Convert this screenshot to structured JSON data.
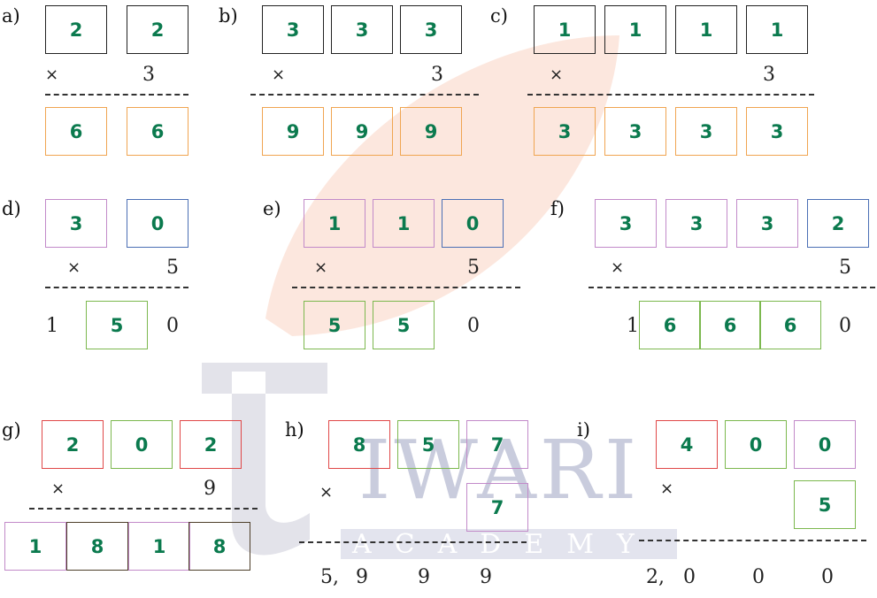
{
  "problems": {
    "a": {
      "label": "a)",
      "top": [
        "2",
        "2"
      ],
      "operator": "×",
      "multiplier": "3",
      "result": [
        "6",
        "6"
      ]
    },
    "b": {
      "label": "b)",
      "top": [
        "3",
        "3",
        "3"
      ],
      "operator": "×",
      "multiplier": "3",
      "result": [
        "9",
        "9",
        "9"
      ]
    },
    "c": {
      "label": "c)",
      "top": [
        "1",
        "1",
        "1",
        "1"
      ],
      "operator": "×",
      "multiplier": "3",
      "result": [
        "3",
        "3",
        "3",
        "3"
      ]
    },
    "d": {
      "label": "d)",
      "top": [
        "3",
        "0"
      ],
      "operator": "×",
      "multiplier": "5",
      "result_lead": "1",
      "result": [
        "5"
      ],
      "result_tail": "0"
    },
    "e": {
      "label": "e)",
      "top": [
        "1",
        "1",
        "0"
      ],
      "operator": "×",
      "multiplier": "5",
      "result": [
        "5",
        "5"
      ],
      "result_tail": "0"
    },
    "f": {
      "label": "f)",
      "top": [
        "3",
        "3",
        "3",
        "2"
      ],
      "operator": "×",
      "multiplier": "5",
      "result_lead": "1",
      "result": [
        "6",
        "6",
        "6"
      ],
      "result_tail": "0"
    },
    "g": {
      "label": "g)",
      "top": [
        "2",
        "0",
        "2"
      ],
      "operator": "×",
      "multiplier": "9",
      "result": [
        "1",
        "8",
        "1",
        "8"
      ]
    },
    "h": {
      "label": "h)",
      "top": [
        "8",
        "5",
        "7"
      ],
      "operator": "×",
      "multiplier_box": "7",
      "result_text": [
        "5,",
        "9",
        "9",
        "9"
      ]
    },
    "i": {
      "label": "i)",
      "top": [
        "4",
        "0",
        "0"
      ],
      "operator": "×",
      "multiplier_box": "5",
      "result_text": [
        "2,",
        "0",
        "0",
        "0"
      ]
    }
  },
  "watermark": {
    "title": "IWARI",
    "subtitle": "ACADEMY"
  },
  "colors": {
    "digit": "#0b7a4e",
    "black": "#222222",
    "orange": "#f0a551",
    "pink": "#c28ac9",
    "blue": "#4b6fb5",
    "green": "#7cb84e",
    "red": "#e04848",
    "brown": "#4e3f2a"
  }
}
